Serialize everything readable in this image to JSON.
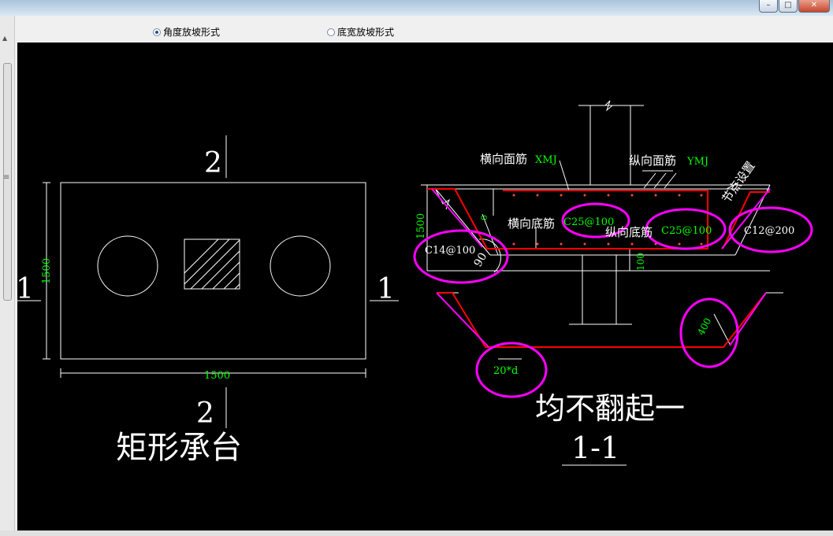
{
  "window": {
    "min_glyph": "–",
    "max_glyph": "□",
    "close_glyph": "✕"
  },
  "options": {
    "angle": "角度放坡形式",
    "width": "底宽放坡形式",
    "selected": "angle"
  },
  "plan": {
    "section_2_top": "2",
    "section_2_bottom": "2",
    "section_1_left": "1",
    "section_1_right": "1",
    "dim_width": "1500",
    "dim_height": "1500",
    "title": "矩形承台"
  },
  "section": {
    "label_xmj": "横向面筋",
    "code_xmj": "XMJ",
    "label_ymj": "纵向面筋",
    "code_ymj": "YMJ",
    "label_node": "节点设置",
    "label_xdj": "横向底筋",
    "code_xdj": "C25@100",
    "label_ydj": "纵向底筋",
    "code_ydj": "C25@100",
    "code_side": "C12@200",
    "code_left": "C14@100",
    "angle": "90",
    "dim_height": "1500",
    "dim_zero": "0",
    "dim_cover": "100",
    "dim_400": "400",
    "anchor": "20*d",
    "note": "均不翻起一",
    "title": "1-1"
  },
  "colors": {
    "green": "#00ff00",
    "red": "#ff0000",
    "magenta": "#ff00ff",
    "white": "#ffffff"
  }
}
